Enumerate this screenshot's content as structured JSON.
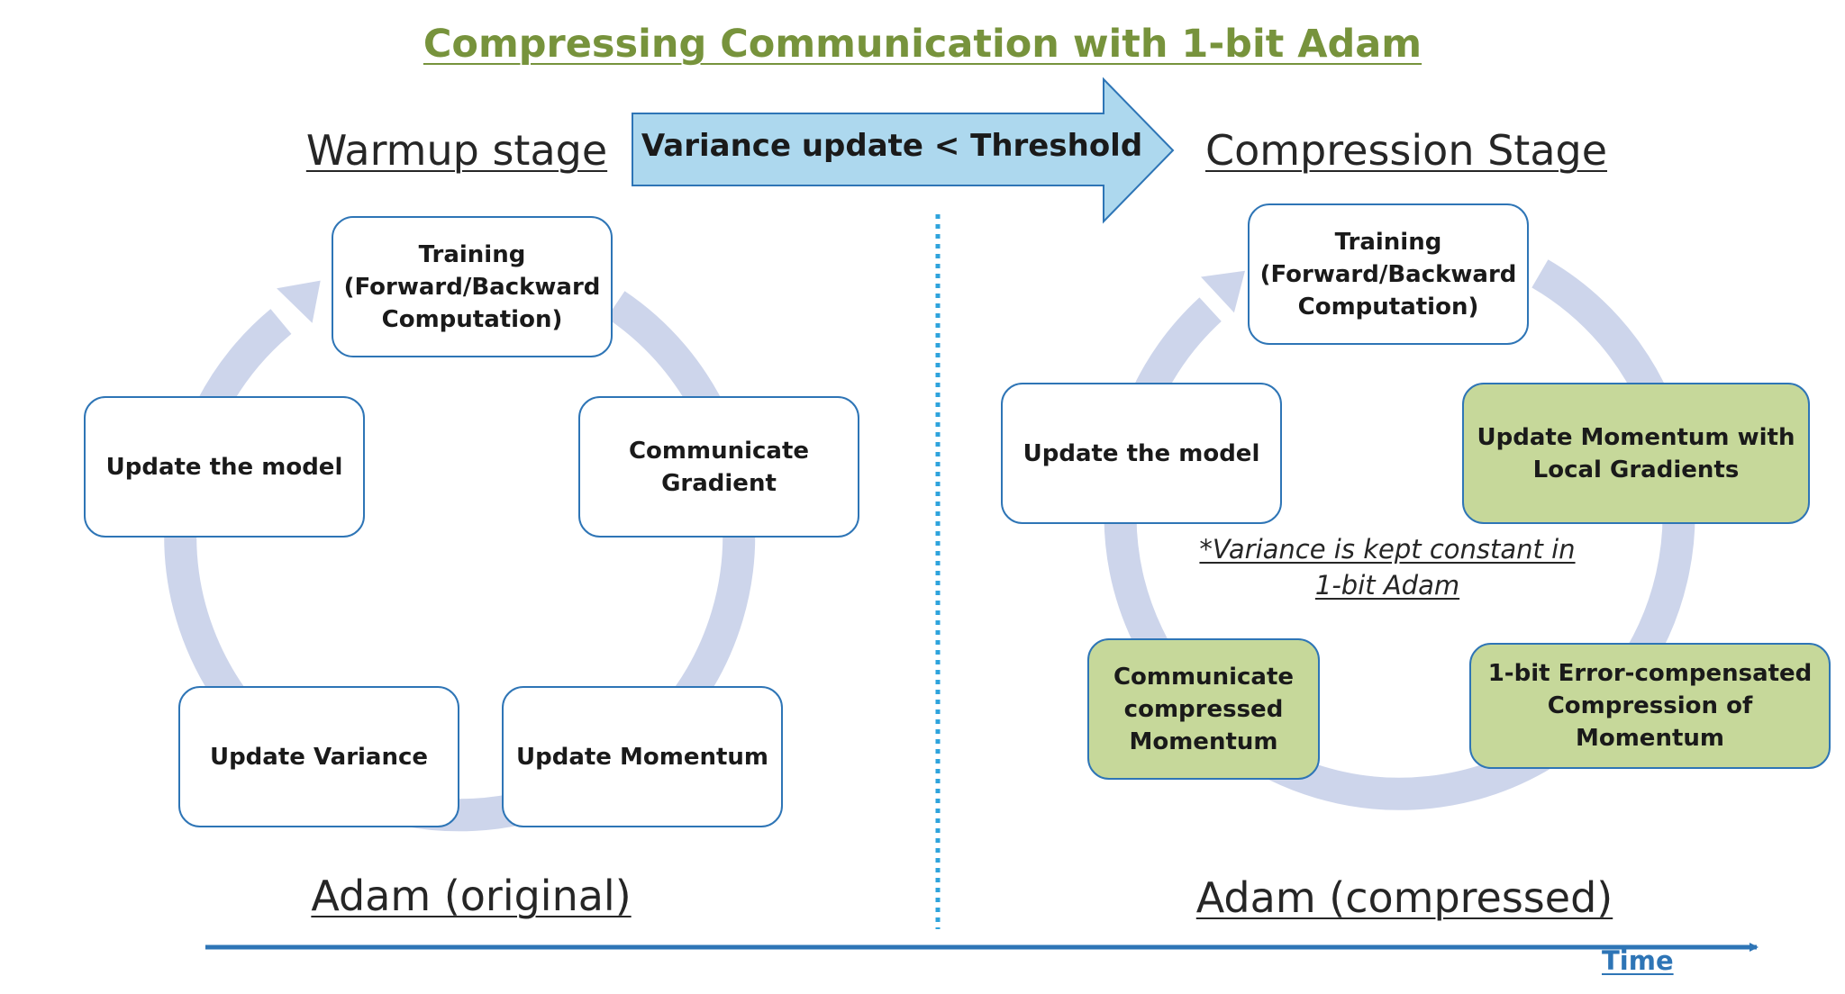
{
  "title": "Compressing Communication with 1-bit Adam",
  "transition_label": "Variance update < Threshold",
  "left": {
    "stage": "Warmup stage",
    "caption": "Adam (original)",
    "nodes": {
      "training": "Training\n(Forward/Backward\nComputation)",
      "communicate": "Communicate\nGradient",
      "momentum": "Update  Momentum",
      "variance": "Update  Variance",
      "model": "Update  the model"
    }
  },
  "right": {
    "stage": "Compression Stage",
    "caption": "Adam (compressed)",
    "note": "*Variance is kept constant in\n1-bit Adam",
    "nodes": {
      "training": "Training\n(Forward/Backward\nComputation)",
      "momentum_local": "Update  Momentum with\nLocal Gradients",
      "compression": "1-bit Error-compensated\nCompression of\nMomentum",
      "communicate": "Communicate\ncompressed\nMomentum",
      "model": "Update  the model"
    }
  },
  "time_label": "Time",
  "colors": {
    "title": "#77933c",
    "node_border": "#2e75b6",
    "green_fill": "#c6d89a",
    "cycle_arrow": "#cdd5eb",
    "transition_arrow": "#add8ee",
    "divider": "#2ea3dc",
    "time_axis": "#2e75b6"
  }
}
